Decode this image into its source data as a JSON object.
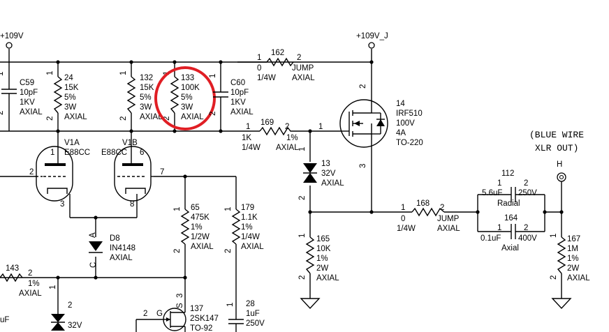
{
  "rails": {
    "left": "+109V",
    "right": "+109V_J"
  },
  "note": {
    "line1": "(BLUE WIRE",
    "line2": "XLR OUT)",
    "node": "H"
  },
  "highlight_color": "#e01e24",
  "components": {
    "c59": {
      "ref": "C59",
      "v1": "10pF",
      "v2": "1KV",
      "v3": "AXIAL",
      "p1": "1",
      "p2": "2"
    },
    "r24": {
      "ref": "24",
      "v1": "15K",
      "v2": "5%",
      "v3": "3W",
      "v4": "AXIAL",
      "p1": "1",
      "p2": "2"
    },
    "r132": {
      "ref": "132",
      "v1": "15K",
      "v2": "5%",
      "v3": "3W",
      "v4": "AXIAL",
      "p1": "1",
      "p2": "2"
    },
    "r133": {
      "ref": "133",
      "v1": "100K",
      "v2": "5%",
      "v3": "3W",
      "v4": "AXIAL",
      "p1": "1",
      "p2": "2"
    },
    "c60": {
      "ref": "C60",
      "v1": "10pF",
      "v2": "1KV",
      "v3": "AXIAL",
      "p1": "1",
      "p2": "2"
    },
    "r162": {
      "ref": "162",
      "v1": "0",
      "v2": "1/4W",
      "v3": "JUMP",
      "v4": "AXIAL",
      "p1": "1",
      "p2": "2"
    },
    "r169": {
      "ref": "169",
      "v1": "1K",
      "v2": "1/4W",
      "v3": "1%",
      "v4": "AXIAL",
      "p1": "1",
      "p2": "2",
      "p3": "1"
    },
    "q14": {
      "ref": "14",
      "v1": "IRF510",
      "v2": "100V",
      "v3": "4A",
      "v4": "TO-220",
      "p2": "2",
      "p3": "3"
    },
    "v1a": {
      "ref": "V1A",
      "v1": "E88CC",
      "p1": "1",
      "p2": "2",
      "p3": "3"
    },
    "v1b": {
      "ref": "V1B",
      "v1": "E88CC",
      "p6": "6",
      "p7": "7",
      "p8": "8"
    },
    "d13": {
      "ref": "13",
      "v1": "32V",
      "v2": "AXIAL",
      "p1": "1",
      "p2": "2"
    },
    "c112": {
      "ref": "112",
      "v1": "5.6uF",
      "v2": "250V",
      "v3": "Radial",
      "p1": "1",
      "p2": "2"
    },
    "c164": {
      "ref": "164",
      "v1": "0.1uF",
      "v2": "400V",
      "v3": "Axial",
      "p1": "1",
      "p2": "2"
    },
    "r168": {
      "ref": "168",
      "v1": "0",
      "v2": "1/4W",
      "v3": "JUMP",
      "v4": "AXIAL",
      "p1": "1",
      "p2": "2"
    },
    "r165": {
      "ref": "165",
      "v1": "10K",
      "v2": "1%",
      "v3": "2W",
      "v4": "AXIAL",
      "p1": "1",
      "p2": "2"
    },
    "r167": {
      "ref": "167",
      "v1": "1M",
      "v2": "1%",
      "v3": "2W",
      "v4": "AXIAL",
      "p1": "1",
      "p2": "2"
    },
    "r65": {
      "ref": "65",
      "v1": "475K",
      "v2": "1%",
      "v3": "1/2W",
      "v4": "AXIAL",
      "p1": "1",
      "p2": "2"
    },
    "r179": {
      "ref": "179",
      "v1": "1.1K",
      "v2": "1%",
      "v3": "1/4W",
      "v4": "AXIAL",
      "p1": "1",
      "p2": "2"
    },
    "d8": {
      "ref": "D8",
      "v1": "IN4148",
      "v2": "AXIAL",
      "a": "A",
      "c": "C"
    },
    "r143": {
      "ref": "143",
      "v1": "1%",
      "v2": "AXIAL",
      "p2": "2"
    },
    "d_low": {
      "v1": "32V",
      "p1": "1",
      "p2": "2"
    },
    "q137": {
      "ref": "137",
      "v1": "2SK147",
      "v2": "TO-92",
      "g": "G",
      "s": "S",
      "p2": "2",
      "p3": "3"
    },
    "c28": {
      "ref": "28",
      "v1": "1uF",
      "v2": "250V",
      "p1": "1"
    },
    "c_left": {
      "v1": "uF"
    }
  }
}
